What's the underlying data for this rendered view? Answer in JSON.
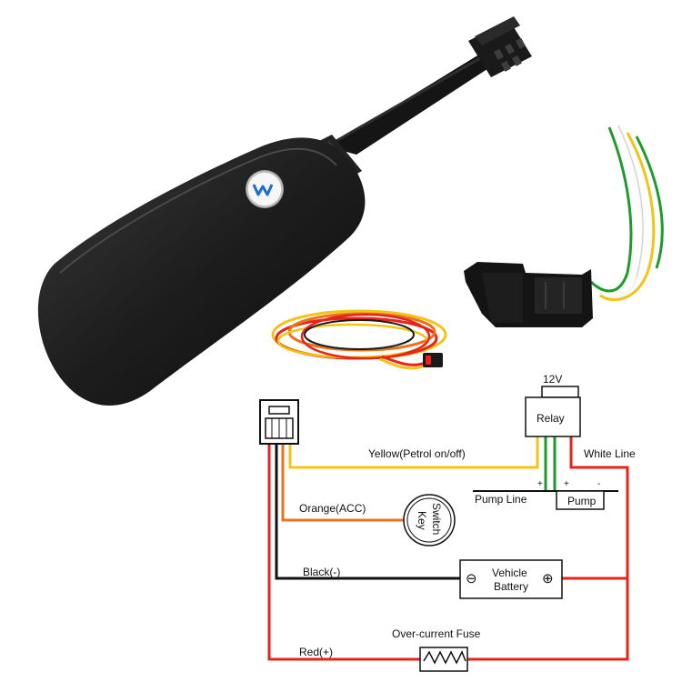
{
  "colors": {
    "background": "#ffffff",
    "device_body": "#1c1c1c",
    "wire_red": "#e8231b",
    "wire_black": "#111111",
    "wire_yellow": "#f2c417",
    "wire_orange": "#e8731b",
    "wire_green": "#1f9a2c",
    "wire_white": "#f4f4f4",
    "logo_blue": "#1a6fd1"
  },
  "icons": {
    "device": "gps-tracker-device-icon",
    "harness": "wire-harness-icon",
    "relay": "relay-with-wires-icon",
    "connector": "connector-plug-icon",
    "key_switch": "key-switch-icon",
    "battery": "vehicle-battery-icon",
    "fuse": "fuse-icon",
    "logo": "brand-logo-icon"
  },
  "diagram": {
    "relay_voltage": "12V",
    "relay_label": "Relay",
    "white_line_label": "White Line",
    "yellow_label": "Yellow(Petrol on/off)",
    "pump_line_label": "Pump Line",
    "pump_label": "Pump",
    "plus_left": "+",
    "plus_right": "+",
    "minus_right": "-",
    "orange_label": "Orange(ACC)",
    "switch_word": "Switch",
    "key_word": "Key",
    "black_label": "Black(-)",
    "battery_line1": "Vehicle",
    "battery_line2": "Battery",
    "battery_minus": "⊖",
    "battery_plus": "⊕",
    "fuse_label": "Over-current Fuse",
    "red_label": "Red(+)"
  }
}
